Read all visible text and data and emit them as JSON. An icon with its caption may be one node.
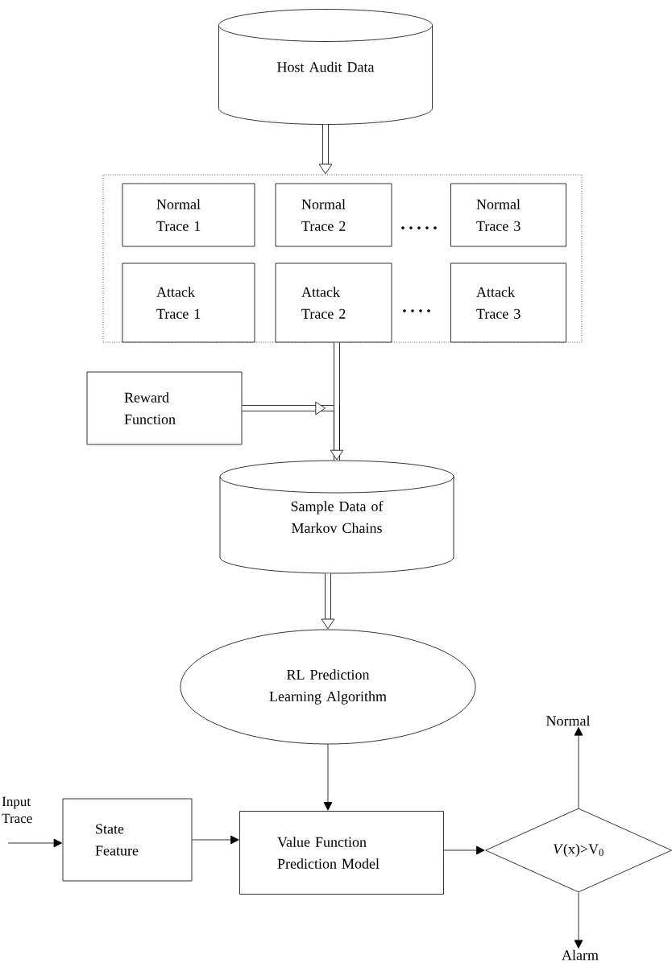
{
  "diagram": {
    "nodes": [
      {
        "text": [
          "Host Audit Data"
        ]
      },
      {
        "text": [],
        "shape": "box"
      },
      {
        "text": [
          "Normal Trace 1"
        ],
        "in": 1
      },
      {
        "text": [
          "Normal Trace 2"
        ],
        "in": 1
      },
      {
        "text": [
          "Normal Trace 3"
        ],
        "in": 1
      },
      {
        "text": [
          "Attack Trace 1"
        ],
        "in": 1
      },
      {
        "text": [
          "Attack Trace 2"
        ],
        "in": 1
      },
      {
        "text": [
          "Attack Trace 3"
        ],
        "in": 1
      },
      {
        "text": [
          "Reward Function"
        ]
      },
      {
        "text": [
          "Sample Data of Markov Chains"
        ]
      },
      {
        "text": [
          "RL Prediction Learning Algorithm"
        ]
      },
      {
        "text": [
          "State Feature"
        ]
      },
      {
        "text": [
          "Value Function Prediction Model"
        ]
      },
      {
        "text": [
          "*V*(x)>V$_{0}$"
        ]
      },
      {
        "text": [
          "Normal"
        ]
      },
      {
        "text": [
          "Alarm"
        ]
      }
    ],
    "edges": [
      {
        "from": 0,
        "to": 1,
        "arrow": "to",
        "style": "thick"
      },
      {
        "from": 1,
        "to": 9,
        "arrow": "to",
        "style": "thick"
      },
      {
        "from": 8,
        "to": 9,
        "arrow": "to",
        "style": "thick"
      },
      {
        "from": 9,
        "to": 10,
        "arrow": "to",
        "style": "thick"
      },
      {
        "from": 10,
        "to": 12,
        "arrow": "to"
      },
      {
        "from": null,
        "to": 11,
        "arrow": "to",
        "label": "Input Trace"
      },
      {
        "from": 11,
        "to": 12,
        "arrow": "to"
      },
      {
        "from": 12,
        "to": 13,
        "arrow": "to"
      },
      {
        "from": 13,
        "to": 14,
        "arrow": "to"
      },
      {
        "from": 13,
        "to": 15,
        "arrow": "to"
      }
    ]
  }
}
